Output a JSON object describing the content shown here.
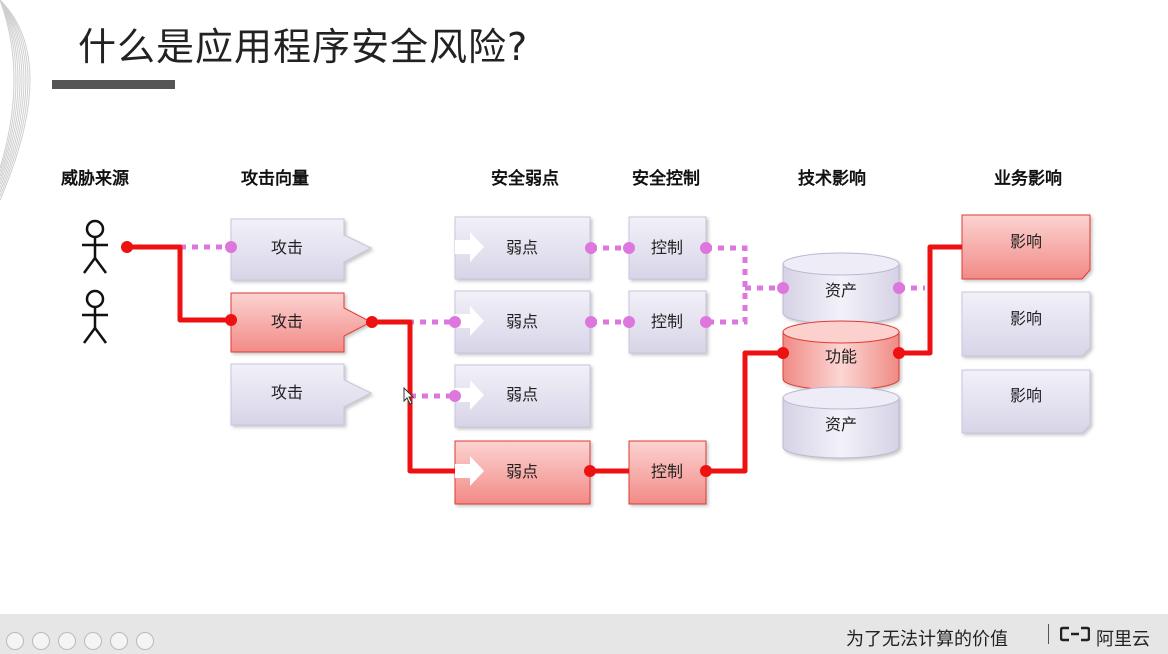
{
  "title": "什么是应用程序安全风险?",
  "headers": {
    "threat": "威胁来源",
    "attack": "攻击向量",
    "weakness": "安全弱点",
    "control": "安全控制",
    "tech": "技术影响",
    "business": "业务影响"
  },
  "attacks": [
    "攻击",
    "攻击",
    "攻击"
  ],
  "weaknesses": [
    "弱点",
    "弱点",
    "弱点",
    "弱点"
  ],
  "controls": [
    "控制",
    "控制",
    "控制"
  ],
  "tech_impacts": [
    "资产",
    "功能",
    "资产"
  ],
  "business_impacts": [
    "影响",
    "影响",
    "影响"
  ],
  "footer": {
    "slogan": "为了无法计算的价值",
    "brand": "阿里云"
  },
  "colors": {
    "active_path": "#ee1111",
    "dotted_path": "#dd77dd",
    "box_normal": "#e4e1f0",
    "box_active": "#f7a7a4"
  }
}
